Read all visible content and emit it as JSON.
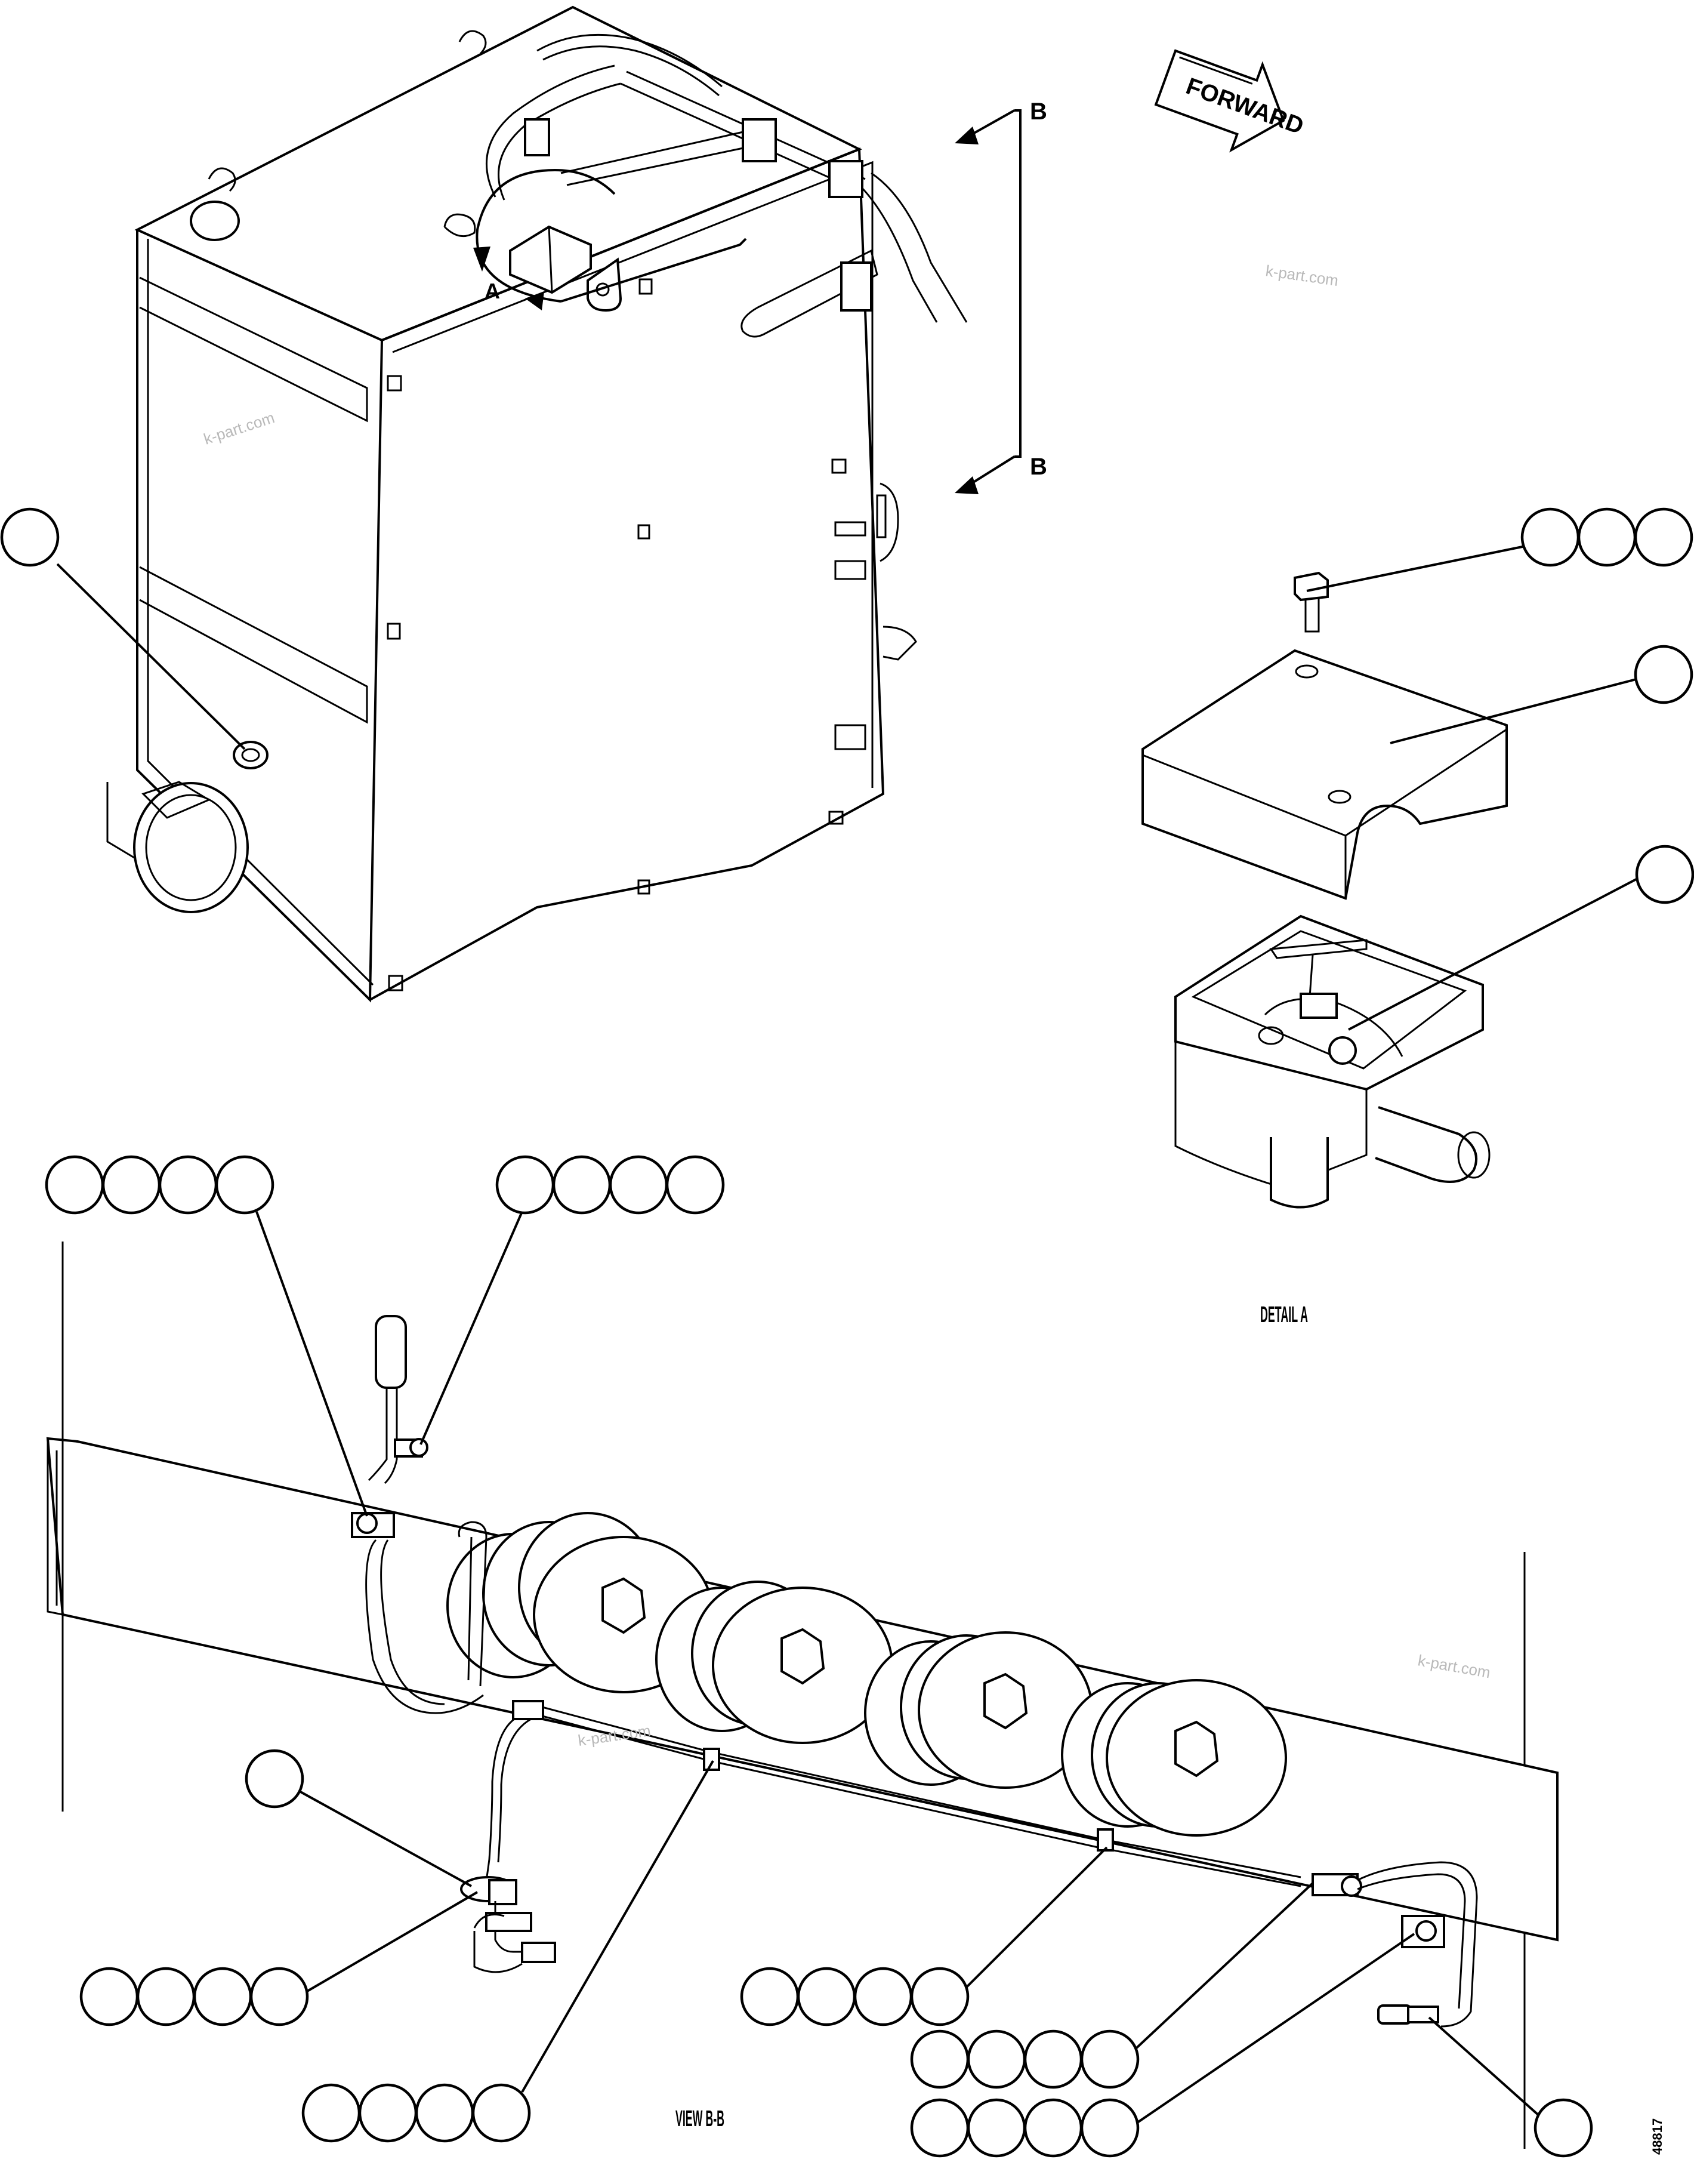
{
  "labels": {
    "forward": "FORWARD",
    "section_top": "B",
    "section_bottom": "B",
    "detail_marker": "A",
    "detail_title": "DETAIL A",
    "view_title": "VIEW B-B",
    "drawing_number": "48817"
  },
  "watermarks": [
    "k-part.com",
    "k-part.com",
    "k-part.com",
    "k-part.com"
  ]
}
